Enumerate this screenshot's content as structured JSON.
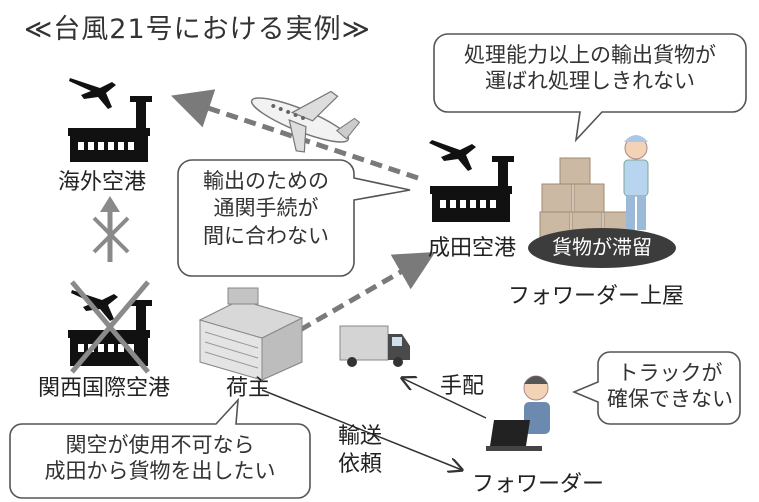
{
  "title": "≪台風21号における実例≫",
  "nodes": {
    "overseas_airport": "海外空港",
    "narita_airport": "成田空港",
    "kansai_airport": "関西国際空港",
    "shipper": "荷主",
    "forwarder_warehouse": "フォワーダー上屋",
    "forwarder": "フォワーダー",
    "cargo_stuck": "貨物が滞留"
  },
  "edges": {
    "arrange": "手配",
    "transport_request_1": "輸送",
    "transport_request_2": "依頼"
  },
  "callouts": {
    "capacity": [
      "処理能力以上の輸出貨物が",
      "運ばれ処理しきれない"
    ],
    "customs": [
      "輸出のための",
      "通関手続が",
      "間に合わない"
    ],
    "truck": [
      "トラックが",
      "確保できない"
    ],
    "shipper_wish": [
      "関空が使用不可なら",
      "成田から貨物を出したい"
    ]
  }
}
